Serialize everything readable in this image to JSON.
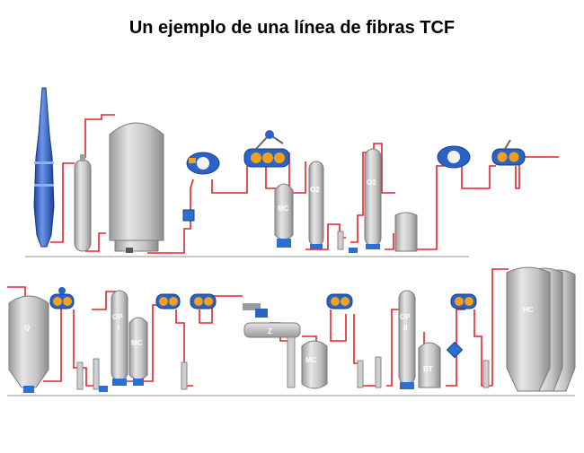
{
  "title": "Un ejemplo de una línea de fibras TCF",
  "colors": {
    "pipe": "#e8202a",
    "vessel": "#c8c8c8",
    "digester": "#2f5fc8",
    "pump": "#2b6fd0",
    "washer_body": "#2a62c6",
    "washer_drum": "#f2a21a",
    "floor_line": "#b0b0b0"
  },
  "labels": {
    "mc1": "MC",
    "o2_1": "O2",
    "o2_2": "O2",
    "q": "Q",
    "op1": "OP",
    "op1_roman": "I",
    "mc2": "MC",
    "z": "Z",
    "mc3": "MC",
    "op2": "OP",
    "op2_roman": "II",
    "bt": "BT",
    "hc": "HC"
  }
}
